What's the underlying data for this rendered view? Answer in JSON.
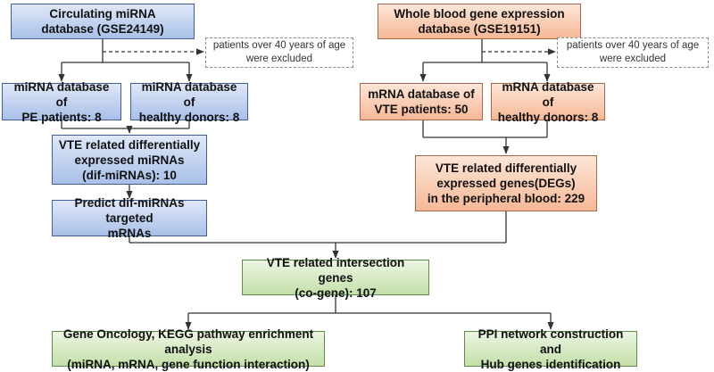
{
  "left_branch": {
    "source": "Circulating miRNA\ndatabase (GSE24149)",
    "exclusion": "patients over 40 years of age\nwere excluded",
    "pe_patients": "miRNA database of\nPE patients: 8",
    "healthy": "miRNA database of\nhealthy donors: 8",
    "dif": "VTE related differentially\nexpressed miRNAs\n(dif-miRNAs): 10",
    "predict": "Predict dif-miRNAs targeted\nmRNAs"
  },
  "right_branch": {
    "source": "Whole blood gene expression\ndatabase (GSE19151)",
    "exclusion": "patients over 40 years of age\nwere excluded",
    "vte_patients": "mRNA database of\nVTE patients: 50",
    "healthy": "mRNA database of\nhealthy donors: 8",
    "degs": "VTE related differentially\nexpressed genes(DEGs)\nin the peripheral blood: 229"
  },
  "merge": {
    "cogene": "VTE related intersection genes\n(co-gene): 107"
  },
  "outputs": {
    "enrichment": "Gene Oncology, KEGG pathway enrichment analysis\n(miRNA, mRNA, gene function interaction)",
    "ppi": "PPI network construction and\nHub genes identification"
  },
  "colors": {
    "blue": "#a9c0e8",
    "orange": "#f6b896",
    "green": "#c4e0aa",
    "line": "#333333"
  }
}
